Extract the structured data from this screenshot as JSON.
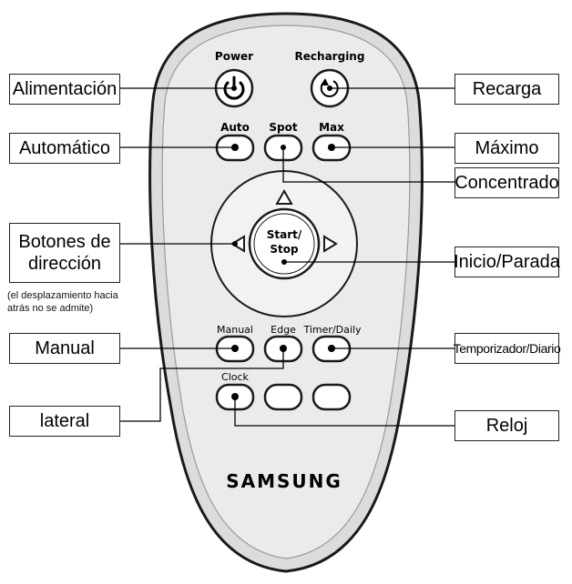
{
  "remote": {
    "brand": "SAMSUNG",
    "buttons": {
      "power": "Power",
      "recharging": "Recharging",
      "auto": "Auto",
      "spot": "Spot",
      "max": "Max",
      "start_stop_line1": "Start/",
      "start_stop_line2": "Stop",
      "manual": "Manual",
      "edge": "Edge",
      "timer_daily": "Timer/Daily",
      "clock": "Clock"
    },
    "icons": {
      "power": "power-icon",
      "recharging": "recharge-arrow-icon",
      "up": "triangle-up-icon",
      "left": "triangle-left-icon",
      "right": "triangle-right-icon"
    }
  },
  "callouts": {
    "alimentacion": "Alimentación",
    "automatico": "Automático",
    "botones_line1": "Botones de",
    "botones_line2": "dirección",
    "botones_note_line1": "(el desplazamiento hacia",
    "botones_note_line2": "atrás no se admite)",
    "manual": "Manual",
    "lateral": "lateral",
    "recarga": "Recarga",
    "maximo": "Máximo",
    "concentrado": "Concentrado",
    "inicio_parada": "Inicio/Parada",
    "temporizador": "Temporizador/Diario",
    "reloj": "Reloj"
  },
  "colors": {
    "remote_body": "#dcdcdc",
    "remote_outline": "#1a1a1a",
    "button_fill": "#ffffff",
    "text": "#000000"
  }
}
